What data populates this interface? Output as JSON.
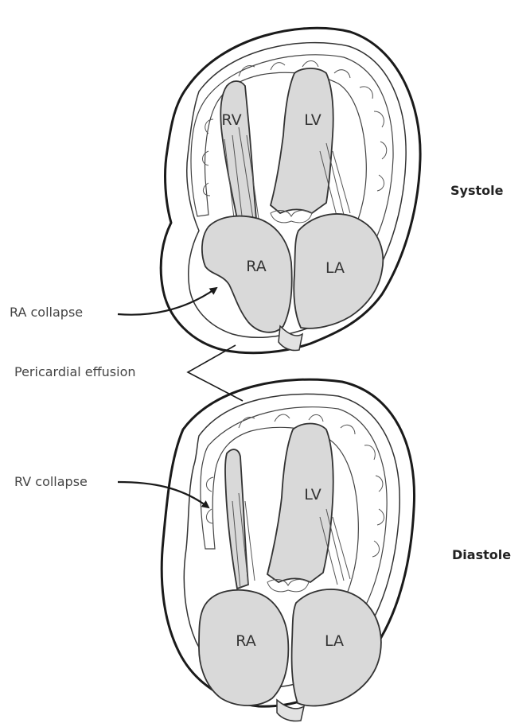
{
  "figure": {
    "systole": {
      "phase_label": "Systole",
      "chambers": {
        "rv": "RV",
        "lv": "LV",
        "ra": "RA",
        "la": "LA"
      },
      "annotation": "RA collapse"
    },
    "shared": {
      "annotation": "Pericardial effusion"
    },
    "diastole": {
      "phase_label": "Diastole",
      "chambers": {
        "lv": "LV",
        "ra": "RA",
        "la": "LA"
      },
      "annotation": "RV collapse"
    }
  }
}
